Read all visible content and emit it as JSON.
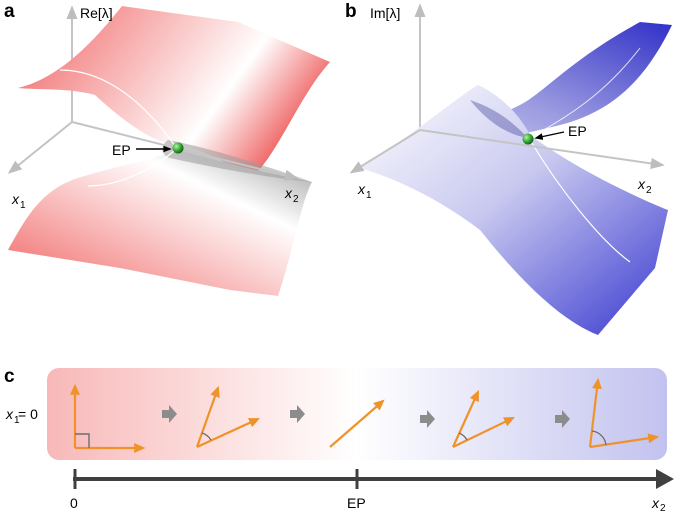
{
  "panel_a": {
    "letter": "a",
    "axis_label": "Re[λ]",
    "x1_label": "x",
    "x1_sub": "1",
    "x2_label": "x",
    "x2_sub": "2",
    "ep_label": "EP",
    "surface_color": "#f26b6b"
  },
  "panel_b": {
    "letter": "b",
    "axis_label": "Im[λ]",
    "x1_label": "x",
    "x1_sub": "1",
    "x2_label": "x",
    "x2_sub": "2",
    "ep_label": "EP",
    "surface_color": "#4444cc"
  },
  "panel_c": {
    "letter": "c",
    "row_label_var": "x",
    "row_label_sub": "1",
    "row_label_rest": " = 0",
    "axis_start": "0",
    "axis_mid": "EP",
    "axis_end_var": "x",
    "axis_end_sub": "2",
    "band_left_color": "#f8bcbc",
    "band_right_color": "#c4c4f0",
    "vector_color": "#f0922a",
    "step_arrow_color": "#888888"
  }
}
